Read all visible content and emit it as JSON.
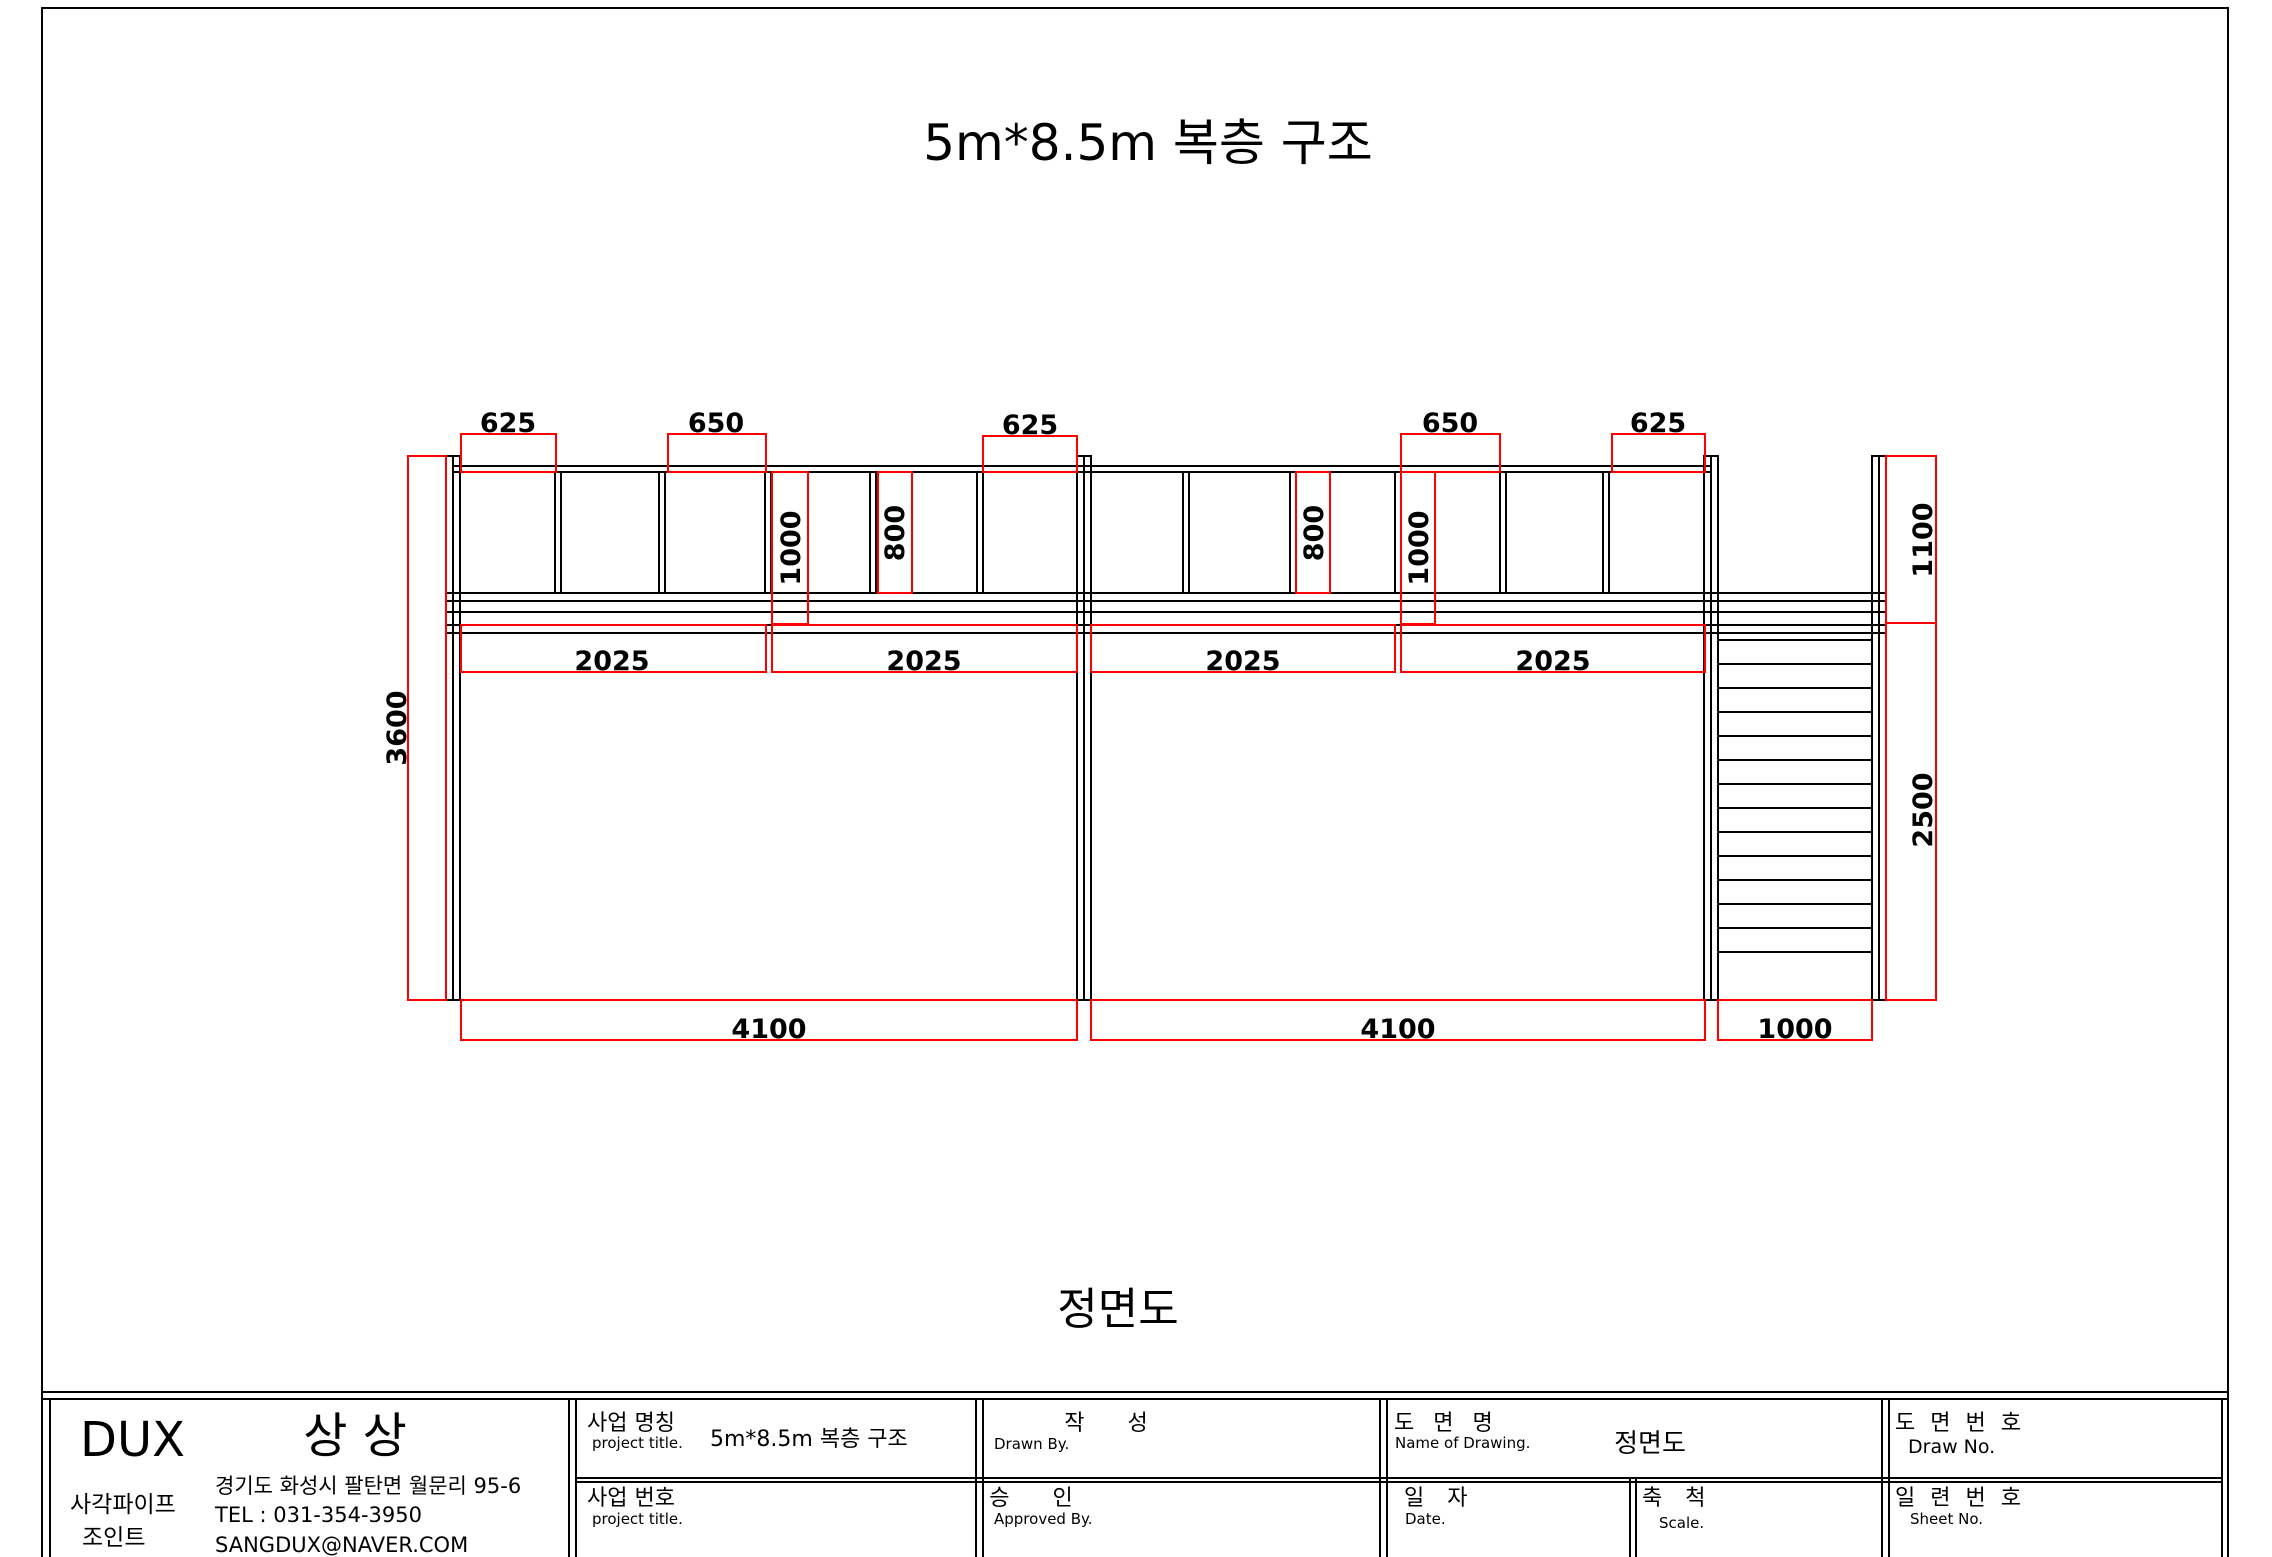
{
  "title": "5m*8.5m 복층 구조",
  "view_name": "정면도",
  "dimensions": {
    "top": [
      "625",
      "650",
      "625",
      "650",
      "625"
    ],
    "heights": [
      "1000",
      "800",
      "800",
      "1000",
      "1100",
      "2500",
      "3600"
    ],
    "spans": [
      "2025",
      "2025",
      "2025",
      "2025"
    ],
    "bottom": [
      "4100",
      "4100",
      "1000"
    ]
  },
  "company": {
    "logo": "DUX",
    "name": "상 상",
    "product_line1": "사각파이프",
    "product_line2": "조인트",
    "address": "경기도 화성시 팔탄면 월문리 95-6",
    "tel": "TEL : 031-354-3950",
    "email": "SANGDUX@NAVER.COM"
  },
  "title_block": {
    "project_name_label": "사업 명칭",
    "project_name_sub": "project title.",
    "project_name_value": "5m*8.5m 복층 구조",
    "project_no_label": "사업 번호",
    "project_no_sub": "project title.",
    "drawn_label": "작 성",
    "drawn_sub": "Drawn By.",
    "approved_label": "승 인",
    "approved_sub": "Approved By.",
    "drawing_name_label": "도 면 명",
    "drawing_name_sub": "Name of Drawing.",
    "drawing_name_value": "정면도",
    "date_label": "일 자",
    "date_sub": "Date.",
    "scale_label": "축 척",
    "scale_sub": "Scale.",
    "draw_no_label": "도 면 번 호",
    "draw_no_sub": "Draw No.",
    "sheet_no_label": "일 련 번 호",
    "sheet_no_sub": "Sheet No."
  },
  "colors": {
    "line": "#000000",
    "dimension": "#ff0000",
    "background": "#ffffff"
  }
}
